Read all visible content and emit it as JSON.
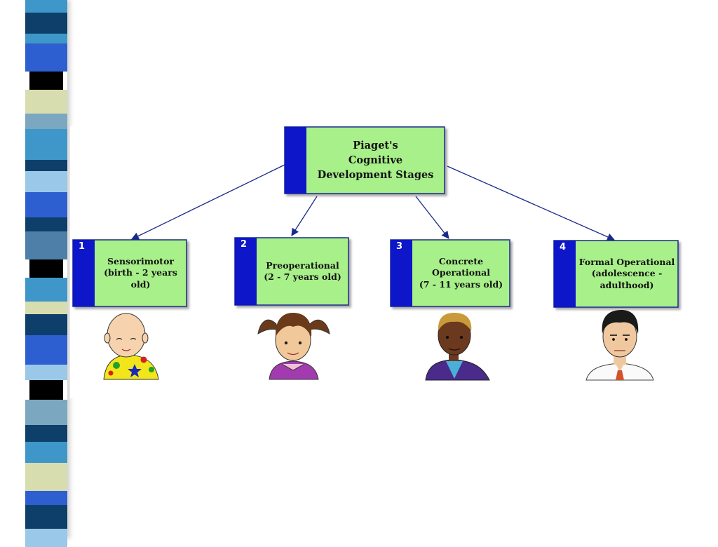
{
  "diagram": {
    "root": {
      "lines": [
        "Piaget's",
        "Cognitive",
        "Development Stages"
      ]
    },
    "stages": [
      {
        "number": "1",
        "lines": [
          "Sensorimotor",
          "(birth - 2 years",
          "old)"
        ],
        "figure": "baby-icon"
      },
      {
        "number": "2",
        "lines": [
          "Preoperational",
          "(2 - 7 years old)"
        ],
        "figure": "girl-with-pigtails-icon"
      },
      {
        "number": "3",
        "lines": [
          "Concrete",
          "Operational",
          "(7 - 11 years old)"
        ],
        "figure": "boy-icon"
      },
      {
        "number": "4",
        "lines": [
          "Formal Operational",
          "(adolescence -",
          "adulthood)"
        ],
        "figure": "adult-man-icon"
      }
    ]
  },
  "colors": {
    "box_fill": "#A8F08A",
    "box_accent": "#0A13C8",
    "arrow": "#1A2A8A",
    "stripe_palette": [
      "#3E97C8",
      "#0E3F6A",
      "#D8DDB0",
      "#000000",
      "#9AC8E8",
      "#4D7FA8",
      "#2E5FD0",
      "#7BA8C0"
    ]
  }
}
